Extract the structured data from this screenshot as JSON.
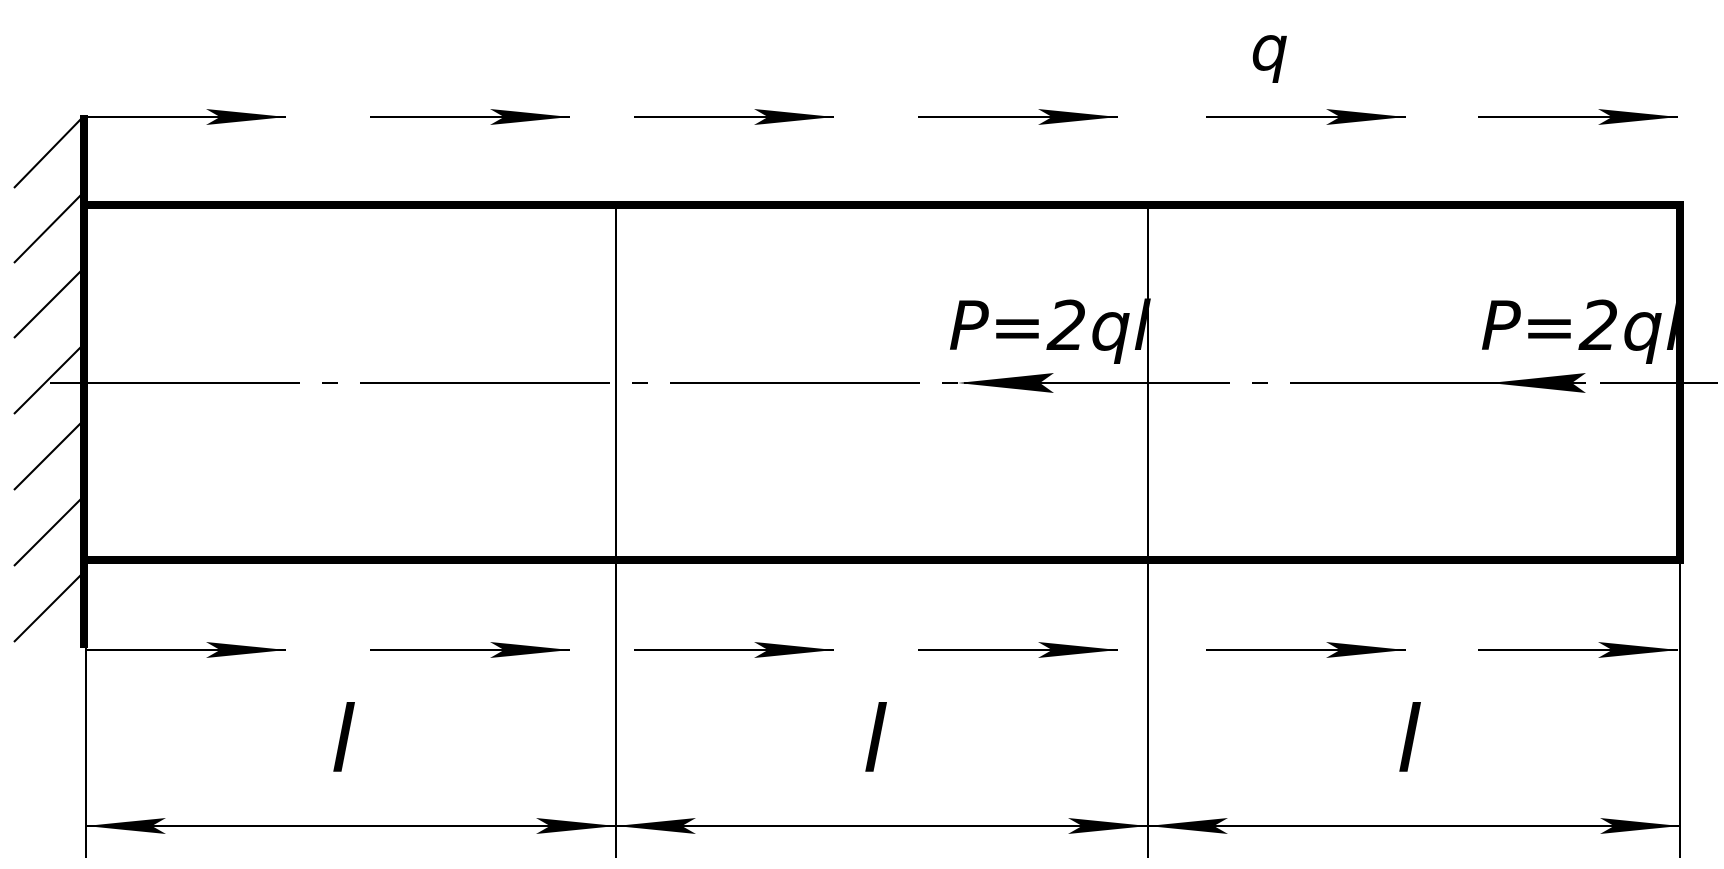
{
  "labels": {
    "distributed_load": "q",
    "force_1": "P=2ql",
    "force_2": "P=2ql",
    "length_1": "l",
    "length_2": "l",
    "length_3": "l"
  },
  "colors": {
    "line": "#000000",
    "background": "#ffffff"
  }
}
